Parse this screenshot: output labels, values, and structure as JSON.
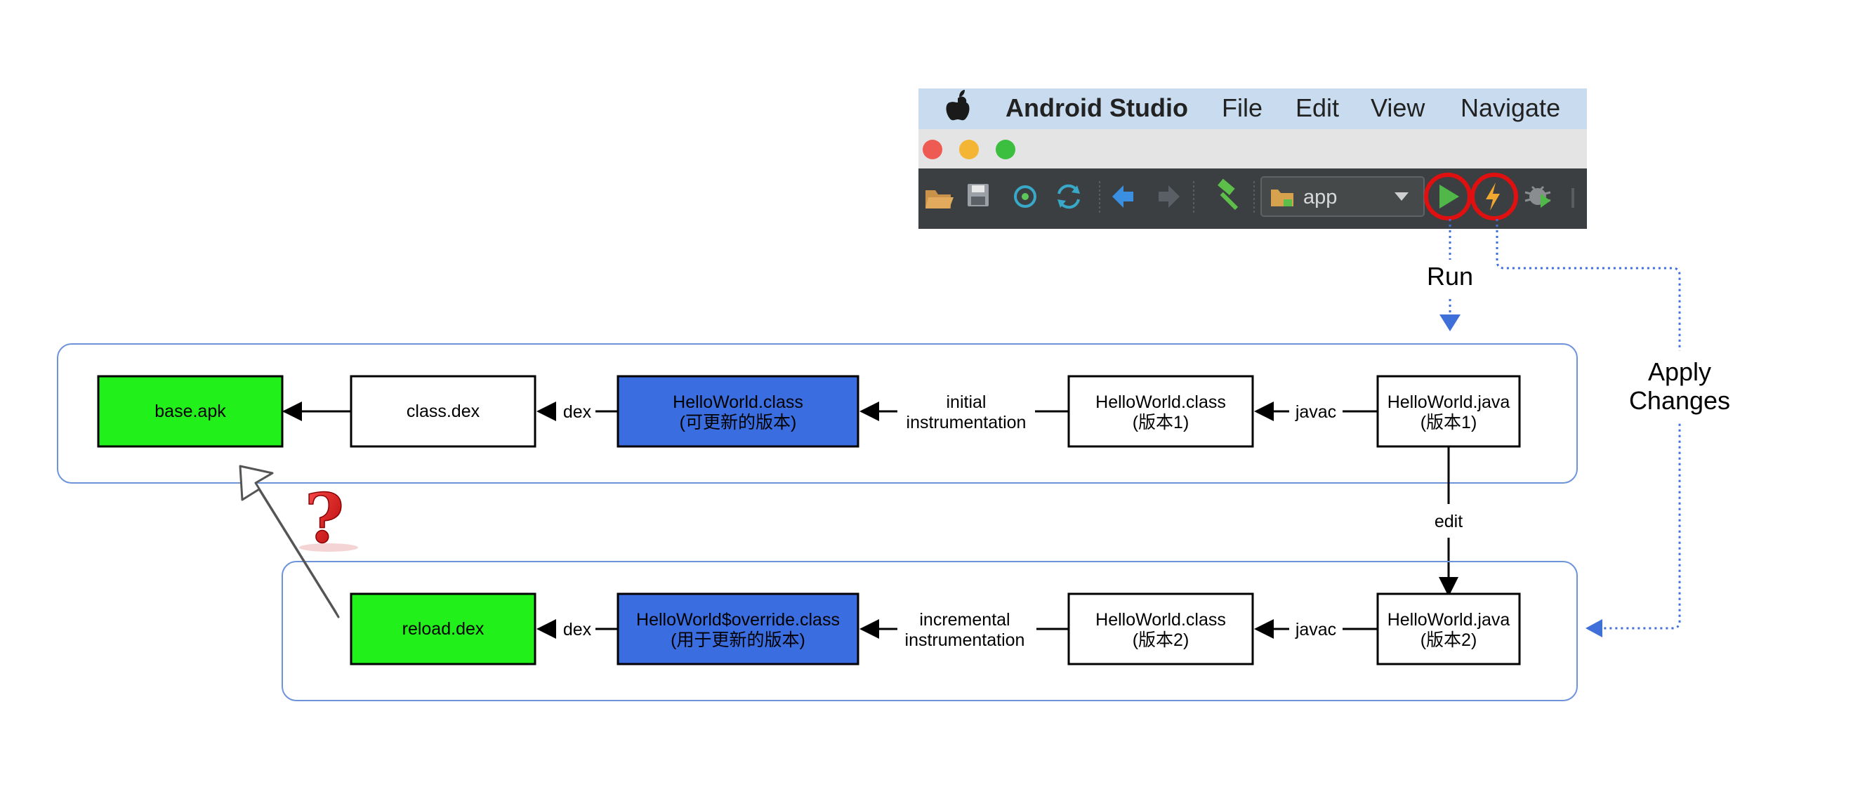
{
  "toolbar": {
    "app_name": "Android Studio",
    "menus": [
      "File",
      "Edit",
      "View",
      "Navigate"
    ],
    "config_selector": "app",
    "icons": [
      "apple-icon",
      "open-folder-icon",
      "save-icon",
      "sync-icon",
      "refresh-icon",
      "back-arrow-icon",
      "forward-arrow-icon",
      "build-hammer-icon",
      "run-icon",
      "apply-changes-icon",
      "debug-icon"
    ]
  },
  "flow": {
    "run_label": "Run",
    "apply_changes_label": [
      "Apply",
      "Changes"
    ],
    "edit_label": "edit"
  },
  "top_row": {
    "base_apk": "base.apk",
    "class_dex": "class.dex",
    "hw_class_updatable": [
      "HelloWorld.class",
      "(可更新的版本)"
    ],
    "hw_class_v1": [
      "HelloWorld.class",
      "(版本1)"
    ],
    "hw_java_v1": [
      "HelloWorld.java",
      "(版本1)"
    ],
    "edge_dex": "dex",
    "edge_instrumentation": [
      "initial",
      "instrumentation"
    ],
    "edge_javac": "javac"
  },
  "bottom_row": {
    "reload_dex": "reload.dex",
    "hw_override_class": [
      "HelloWorld$override.class",
      "(用于更新的版本)"
    ],
    "hw_class_v2": [
      "HelloWorld.class",
      "(版本2)"
    ],
    "hw_java_v2": [
      "HelloWorld.java",
      "(版本2)"
    ],
    "edge_dex": "dex",
    "edge_instrumentation": [
      "incremental",
      "instrumentation"
    ],
    "edge_javac": "javac"
  },
  "question_mark": "?",
  "colors": {
    "green_box": "#22f01b",
    "blue_box": "#3a6de0",
    "group_border": "#6d93db",
    "dotted_arrow": "#3f6fd8",
    "highlight_circle": "#e01010",
    "toolbar_dark": "#3c3f41"
  }
}
